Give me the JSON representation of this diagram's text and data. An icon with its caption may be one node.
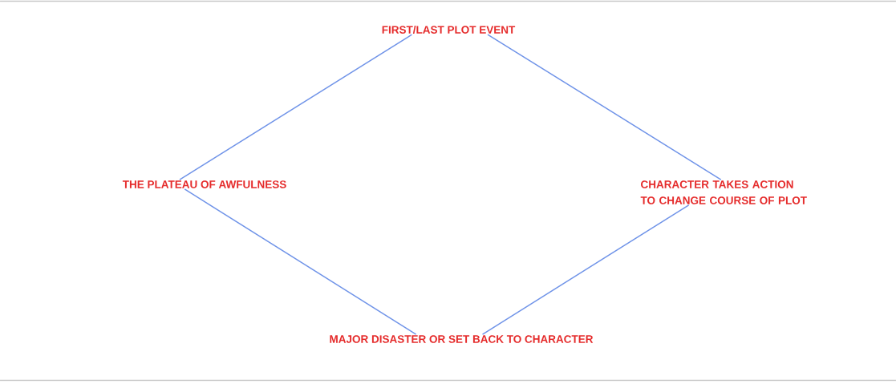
{
  "diagram": {
    "nodes": [
      {
        "text": [
          "FIRST/LAST PLOT EVENT"
        ]
      },
      {
        "text": [
          "THE PLATEAU OF AWFULNESS"
        ]
      },
      {
        "text": [
          "CHARACTER TAKES ACTION TO CHANGE COURSE OF PLOT"
        ]
      },
      {
        "text": [
          "MAJOR DISASTER OR SET BACK TO CHARACTER"
        ]
      }
    ],
    "edges": [
      {
        "from": 0,
        "to": 1,
        "arrow": "none"
      },
      {
        "from": 0,
        "to": 2,
        "arrow": "none"
      },
      {
        "from": 1,
        "to": 3,
        "arrow": "none"
      },
      {
        "from": 2,
        "to": 3,
        "arrow": "none"
      }
    ]
  }
}
